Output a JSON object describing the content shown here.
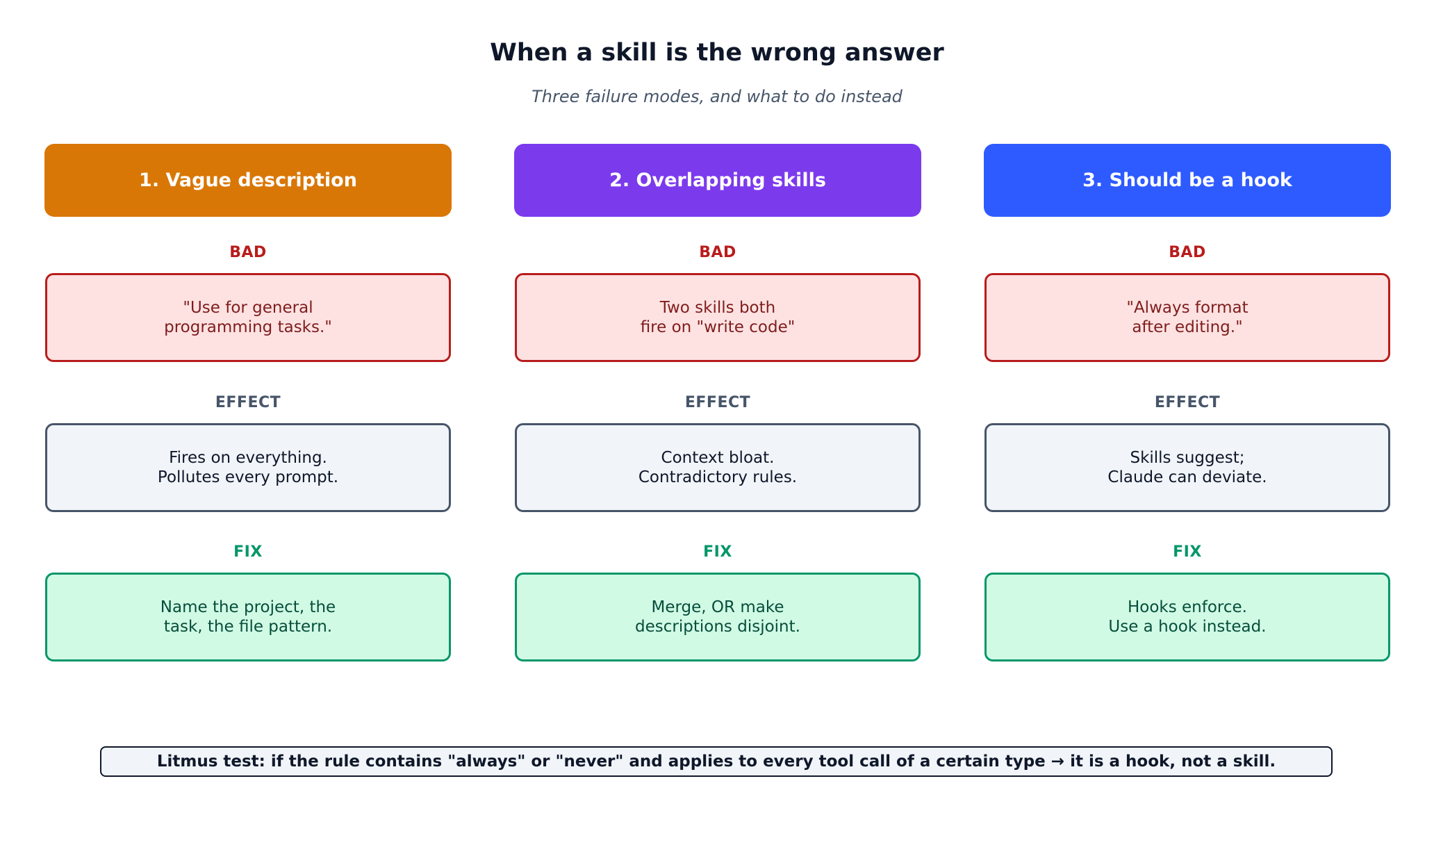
{
  "title": "When a skill is the wrong answer",
  "subtitle": "Three failure modes, and what to do instead",
  "labels": {
    "bad": "BAD",
    "effect": "EFFECT",
    "fix": "FIX"
  },
  "columns": [
    {
      "header": "1. Vague description",
      "color": "#d97706",
      "bad": [
        "\"Use for general",
        "programming tasks.\""
      ],
      "effect": [
        "Fires on everything.",
        "Pollutes every prompt."
      ],
      "fix": [
        "Name the project, the",
        "task, the file pattern."
      ]
    },
    {
      "header": "2. Overlapping skills",
      "color": "#7c3aed",
      "bad": [
        "Two skills both",
        "fire on \"write code\""
      ],
      "effect": [
        "Context bloat.",
        "Contradictory rules."
      ],
      "fix": [
        "Merge, OR make",
        "descriptions disjoint."
      ]
    },
    {
      "header": "3. Should be a hook",
      "color": "#2e5bff",
      "bad": [
        "\"Always format",
        "after editing.\""
      ],
      "effect": [
        "Skills suggest;",
        "Claude can deviate."
      ],
      "fix": [
        "Hooks enforce.",
        "Use a hook instead."
      ]
    }
  ],
  "colors": {
    "bad_border": "#b91c1c",
    "bad_fill": "#fee2e2",
    "effect_border": "#475569",
    "effect_fill": "#f1f5f9",
    "fix_border": "#059669",
    "fix_fill": "#d1fae5"
  },
  "litmus": "Litmus test: if the rule contains \"always\" or \"never\" and applies to every tool call of a certain type → it is a hook, not a skill."
}
